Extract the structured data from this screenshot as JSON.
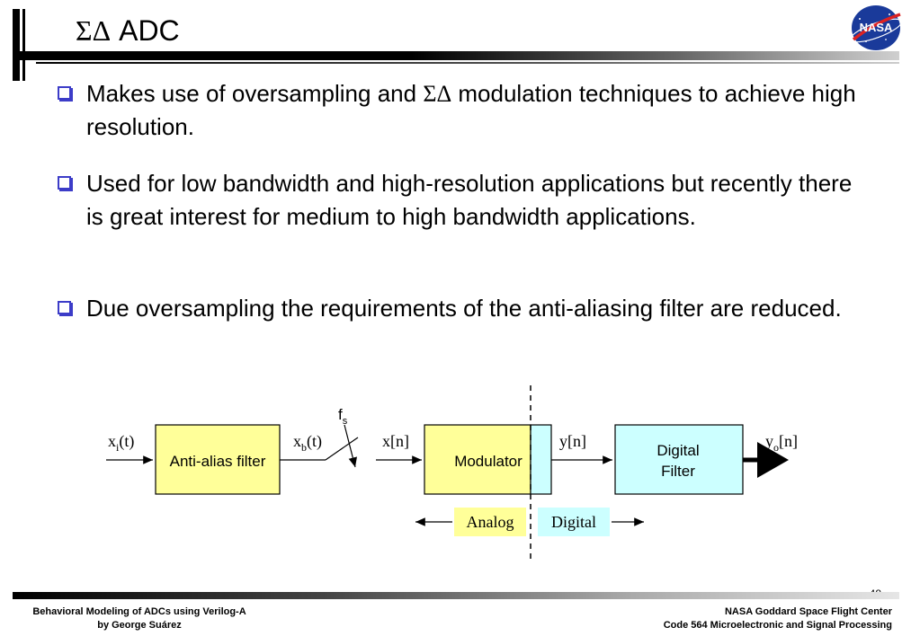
{
  "slide": {
    "title_greek": "ΣΔ",
    "title_text": " ADC",
    "page_number": "48"
  },
  "bullets": [
    {
      "part1": "Makes use of oversampling and ",
      "greek": "ΣΔ",
      "part2": " modulation techniques to achieve high resolution."
    },
    {
      "text": "Used for low bandwidth and high-resolution applications but recently there is great interest for medium to high bandwidth applications."
    },
    {
      "text": "Due oversampling the requirements of the anti-aliasing filter are reduced."
    }
  ],
  "diagram": {
    "input_label_base": "x",
    "input_label_sub": "i",
    "input_label_arg": "(t)",
    "filter_label": "Anti-alias filter",
    "sampled_label_base": "x",
    "sampled_label_sub": "b",
    "sampled_label_arg": "(t)",
    "fs_base": "f",
    "fs_sub": "s",
    "xn_label": "x[n]",
    "modulator_label": "Modulator",
    "yn_label": "y[n]",
    "digital_filter_line1": "Digital",
    "digital_filter_line2": "Filter",
    "output_label_base": "y",
    "output_label_sub": "o",
    "output_label_arg": "[n]",
    "analog_label": "Analog",
    "digital_label": "Digital",
    "colors": {
      "analog_fill": "#ffff99",
      "digital_fill": "#ccffff",
      "bullet_box": "#3c3cc8"
    }
  },
  "footer": {
    "left_line1": "Behavioral Modeling of ADCs using Verilog-A",
    "left_line2": "by George Suárez",
    "right_line1": "NASA Goddard Space Flight Center",
    "right_line2": "Code 564 Microelectronic and Signal Processing"
  },
  "logo": {
    "text": "NASA"
  }
}
